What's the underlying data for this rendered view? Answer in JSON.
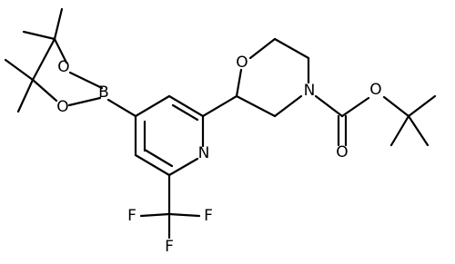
{
  "atoms": {
    "boron": "B",
    "dioxa_o1": "O",
    "dioxa_o2": "O",
    "pyridine_n": "N",
    "f1": "F",
    "f2": "F",
    "f3": "F",
    "morph_o": "O",
    "morph_n": "N",
    "carbonyl_o": "O",
    "ester_o": "O"
  },
  "colors": {
    "bond": "#000000",
    "background": "#ffffff"
  }
}
